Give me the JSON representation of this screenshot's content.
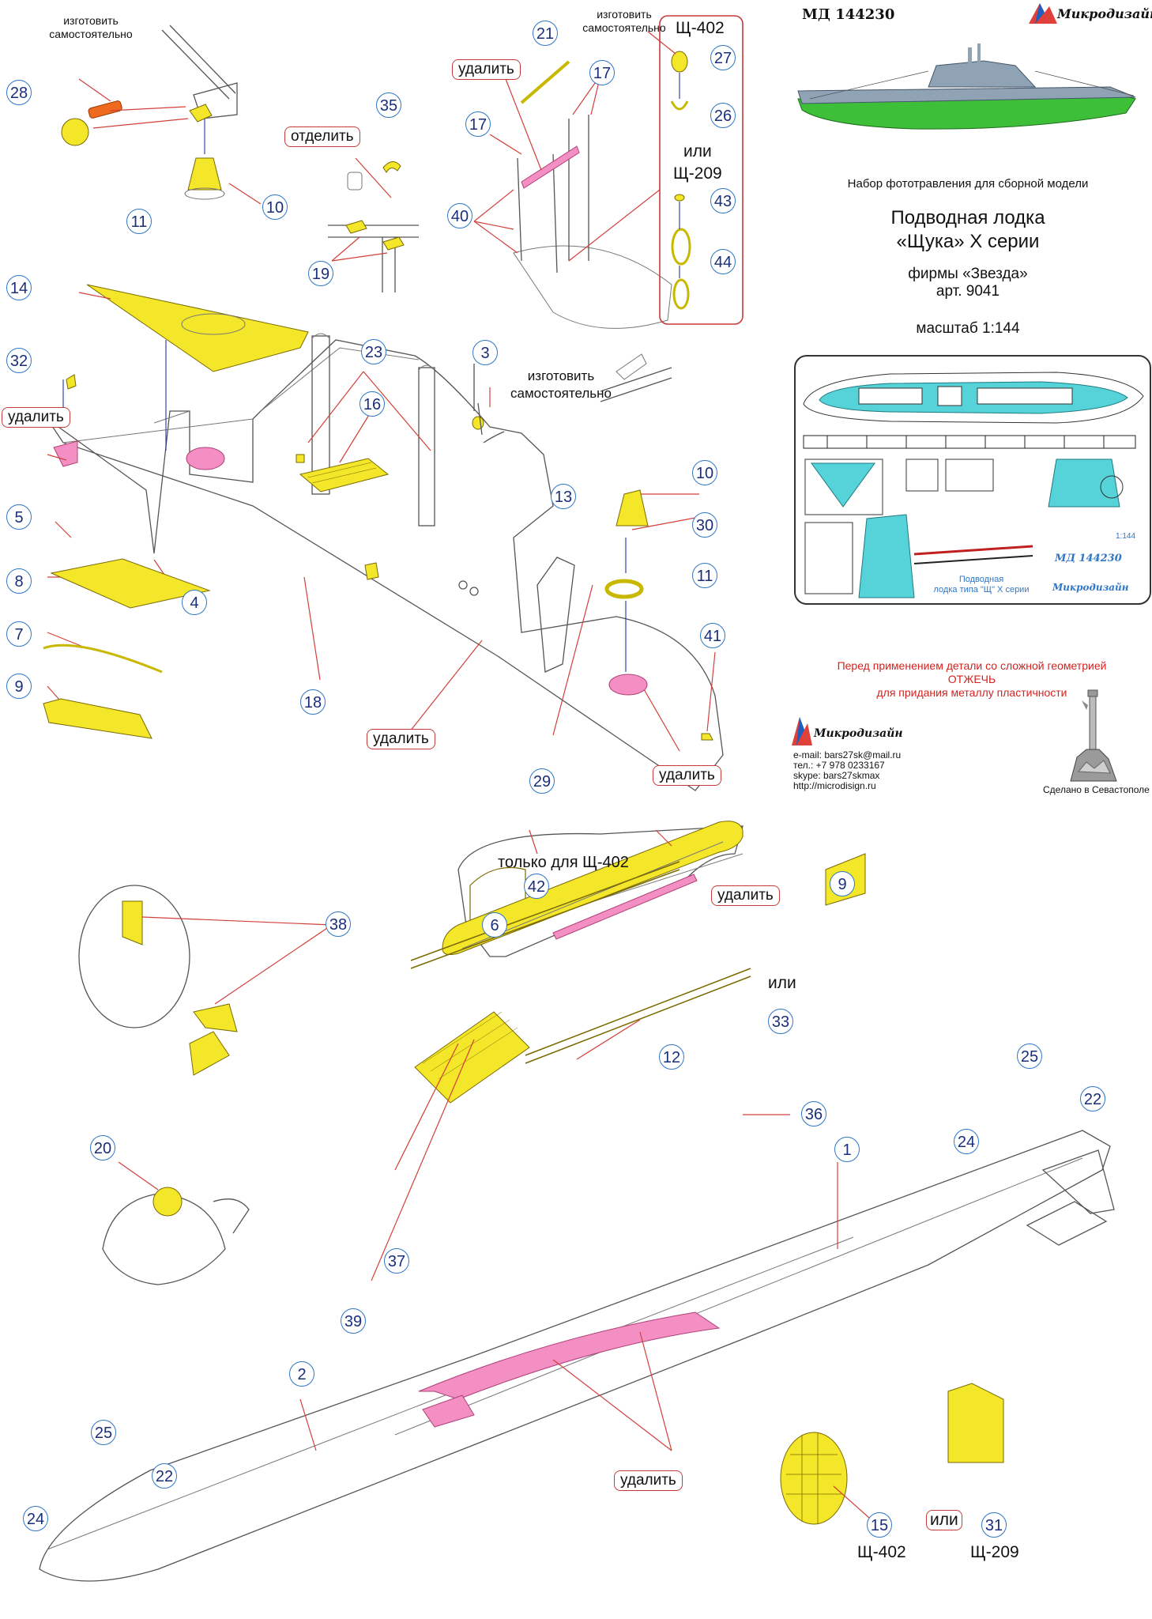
{
  "header": {
    "code": "МД 144230",
    "brand": "Микродизайн",
    "description": "Набор фототравления для сборной модели",
    "title_line1": "Подводная лодка",
    "title_line2": "«Щука» X серии",
    "maker": "фирмы «Звезда»",
    "article": "арт. 9041",
    "scale": "масштаб 1:144"
  },
  "sheet": {
    "code": "МД 144230",
    "caption_line1": "Подводная",
    "caption_line2": "лодка типа \"Щ\" X серии",
    "scale": "1:144",
    "brand": "Микродизайн"
  },
  "warning": {
    "line1": "Перед применением детали со сложной геометрией",
    "line2": "ОТЖЕЧЬ",
    "line3": "для придания металлу пластичности"
  },
  "contacts": {
    "brand": "Микродизайн",
    "email": "e-mail: bars27sk@mail.ru",
    "phone": "тел.: +7 978 0233167",
    "skype": "skype: bars27skmax",
    "web": "http://microdisign.ru",
    "made_in": "Сделано в Севастополе"
  },
  "notes": {
    "make_yourself_1": "изготовить самостоятельно",
    "make_yourself_2": "изготовить самостоятельно",
    "make_yourself_3": "изготовить самостоятельно",
    "separate": "отделить",
    "only_for": "только для  Щ-402",
    "variant_a": "Щ-402",
    "or_1": "или",
    "variant_b": "Щ-209",
    "or_2": "или",
    "or_3": "или",
    "variant_c": "Щ-402",
    "variant_d": "Щ-209",
    "remove": "удалить"
  },
  "parts": [
    "1",
    "2",
    "3",
    "4",
    "5",
    "6",
    "7",
    "8",
    "9",
    "9",
    "10",
    "10",
    "11",
    "11",
    "12",
    "13",
    "14",
    "15",
    "16",
    "17",
    "17",
    "18",
    "19",
    "20",
    "21",
    "22",
    "22",
    "23",
    "24",
    "24",
    "25",
    "25",
    "26",
    "27",
    "28",
    "29",
    "30",
    "31",
    "32",
    "33",
    "35",
    "36",
    "37",
    "38",
    "39",
    "40",
    "41",
    "42",
    "43",
    "44"
  ],
  "colors": {
    "part_fill": "#f4e629",
    "remove_fill": "#f38fc3",
    "callout_ring": "#2f76c6",
    "leader": "#d2403a",
    "hull_grey": "#8fa3b5",
    "hull_green": "#3dbf3a",
    "sheet_cyan": "#55d3d8"
  }
}
